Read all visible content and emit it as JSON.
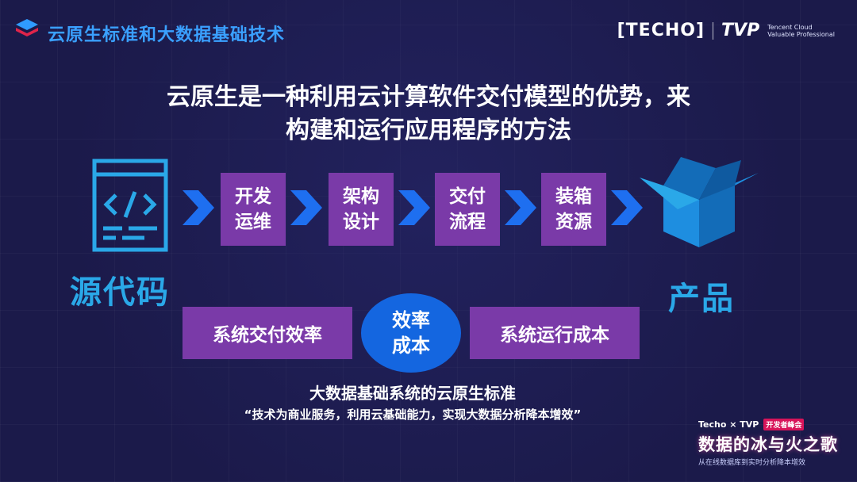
{
  "header": {
    "title": "云原生标准和大数据基础技术",
    "brand_techo": "[TECHO]",
    "brand_tvp": "TVP",
    "brand_sub_line1": "Tencent Cloud",
    "brand_sub_line2": "Valuable Professional"
  },
  "headline": {
    "line1": "云原生是一种利用云计算软件交付模型的优势，来",
    "line2": "构建和运行应用程序的方法"
  },
  "diagram": {
    "source_label": "源代码",
    "product_label": "产品",
    "steps": [
      {
        "line1": "开发",
        "line2": "运维"
      },
      {
        "line1": "架构",
        "line2": "设计"
      },
      {
        "line1": "交付",
        "line2": "流程"
      },
      {
        "line1": "装箱",
        "line2": "资源"
      }
    ],
    "left_bar": "系统交付效率",
    "right_bar": "系统运行成本",
    "center_line1": "效率",
    "center_line2": "成本"
  },
  "footer": {
    "title": "大数据基础系统的云原生标准",
    "quote": "“技术为商业服务，利用云基础能力，实现大数据分析降本增效”"
  },
  "event": {
    "top_left": "Techo × TVP",
    "badge": "开发者峰会",
    "title": "数据的冰与火之歌",
    "subtitle": "从在线数据库到实时分析降本增效"
  },
  "colors": {
    "accent_blue": "#2aa8e8",
    "purple": "#7a3aa8",
    "circle_blue": "#1466e0",
    "background": "#1b1a4a"
  }
}
